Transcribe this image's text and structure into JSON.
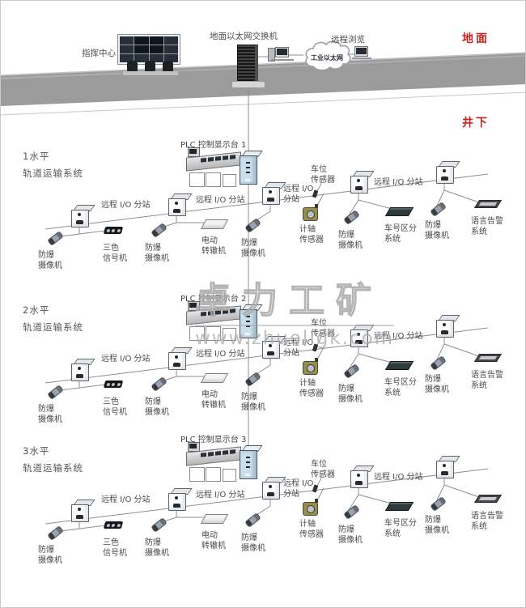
{
  "surface": {
    "ground_label": "地面",
    "underground_label": "井下",
    "command_center_label": "指挥中心",
    "ethernet_switch_label": "地面以太网交换机",
    "remote_browse_label": "远程浏览",
    "cloud_label": "工业以太网"
  },
  "watermark": {
    "brand": "卓力工矿",
    "url": "www.zhuoligk.com"
  },
  "labels": {
    "io_station": "远程 I/O 分站",
    "io_station_line1": "远程 I/O",
    "io_station_line2": "分站"
  },
  "devices": {
    "camera": [
      "防爆",
      "摄像机"
    ],
    "signal": [
      "三色",
      "信号机"
    ],
    "switch_machine": [
      "电动",
      "转辙机"
    ],
    "axle_sensor": [
      "计轴",
      "传感器"
    ],
    "parking_sensor": [
      "车位",
      "传感器"
    ],
    "car_id": [
      "车号区分",
      "系统"
    ],
    "voice_alarm": [
      "语言告警",
      "系统"
    ]
  },
  "levels": [
    {
      "name": "1水平",
      "subtitle": "轨道运输系统",
      "plc": "PLC 控制显示台 1"
    },
    {
      "name": "2水平",
      "subtitle": "轨道运输系统",
      "plc": "PLC 控制显示台 2"
    },
    {
      "name": "3水平",
      "subtitle": "轨道运输系统",
      "plc": "PLC 控制显示台 3"
    }
  ],
  "colors": {
    "ground_band": "#9b9b9b",
    "line": "#8e8e8e",
    "red_label": "#cf2020",
    "plc_cabinet_blue": "#c9e0ef",
    "axle_sensor_gold": "#978d4d"
  }
}
